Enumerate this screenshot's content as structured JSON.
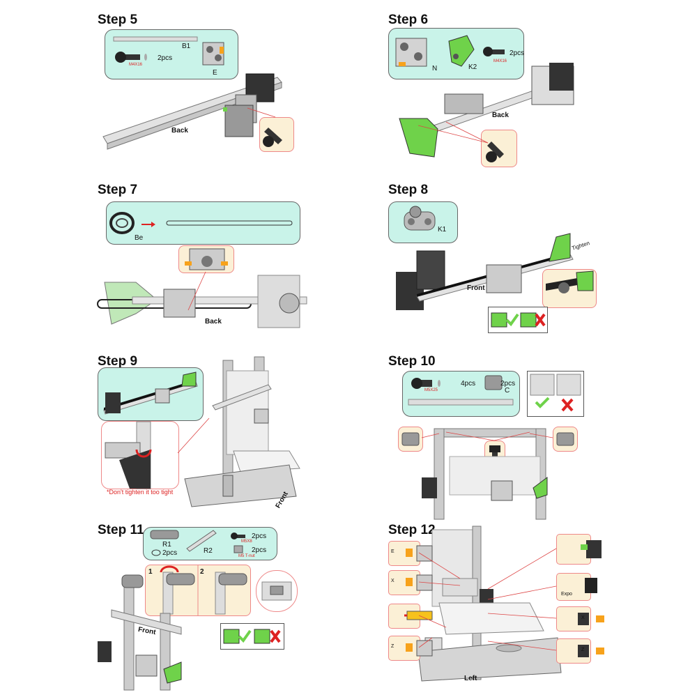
{
  "steps": [
    {
      "title": "Step 5",
      "labels": {
        "b1": "B1",
        "m4": "M4X16",
        "qty": "2pcs",
        "e": "E",
        "back": "Back"
      }
    },
    {
      "title": "Step 6",
      "labels": {
        "n": "N",
        "k2": "K2",
        "m4": "M4X16",
        "qty": "2pcs",
        "back": "Back"
      }
    },
    {
      "title": "Step 7",
      "labels": {
        "be": "Be",
        "back": "Back"
      }
    },
    {
      "title": "Step 8",
      "labels": {
        "k1": "K1",
        "front": "Front",
        "tighten": "Tighten"
      }
    },
    {
      "title": "Step 9",
      "labels": {
        "note": "*Don't tighten it too tight",
        "front": "Front"
      }
    },
    {
      "title": "Step 10",
      "labels": {
        "m5": "M5X25",
        "qty4": "4pcs",
        "qty2": "2pcs",
        "c": "C"
      }
    },
    {
      "title": "Step 11",
      "labels": {
        "r1": "R1",
        "r1qty": "2pcs",
        "r2": "R2",
        "m5x8": "M5X8",
        "m5qty": "2pcs",
        "tnut": "M5 T-nut",
        "tnutqty": "2pcs",
        "p1": "1",
        "p2": "2",
        "front": "Front"
      }
    },
    {
      "title": "Step 12",
      "labels": {
        "e": "E",
        "x": "X",
        "z": "Z",
        "left": "Left",
        "expo": "Expo"
      }
    }
  ],
  "colors": {
    "panel": "#c9f3e9",
    "green": "#6fd24a",
    "accent": "#d22",
    "callout": "#fbf0d6"
  }
}
